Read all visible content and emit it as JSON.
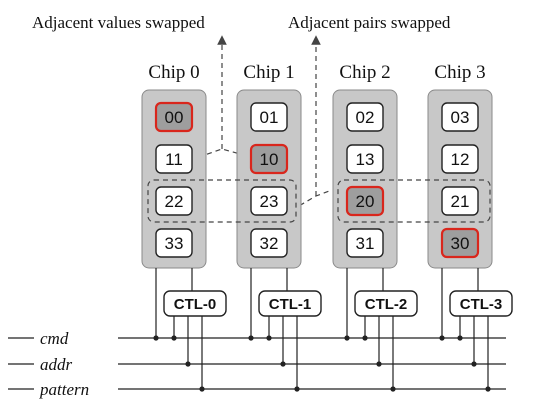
{
  "annotations": {
    "left": "Adjacent values swapped",
    "right": "Adjacent pairs swapped"
  },
  "chips": [
    {
      "label": "Chip 0",
      "ctl": "CTL-0",
      "cells": [
        "00",
        "11",
        "22",
        "33"
      ],
      "highlighted": [
        0
      ]
    },
    {
      "label": "Chip 1",
      "ctl": "CTL-1",
      "cells": [
        "01",
        "10",
        "23",
        "32"
      ],
      "highlighted": [
        1
      ]
    },
    {
      "label": "Chip 2",
      "ctl": "CTL-2",
      "cells": [
        "02",
        "13",
        "20",
        "31"
      ],
      "highlighted": [
        2
      ]
    },
    {
      "label": "Chip 3",
      "ctl": "CTL-3",
      "cells": [
        "03",
        "12",
        "21",
        "30"
      ],
      "highlighted": [
        3
      ]
    }
  ],
  "buses": [
    "cmd",
    "addr",
    "pattern"
  ],
  "colors": {
    "chip_fill": "#c8c8c8",
    "chip_stroke": "#8a8a8a",
    "highlight_fill": "#9e9e9e",
    "highlight_stroke": "#d9261c",
    "line": "#222222",
    "dashed": "#444444"
  }
}
